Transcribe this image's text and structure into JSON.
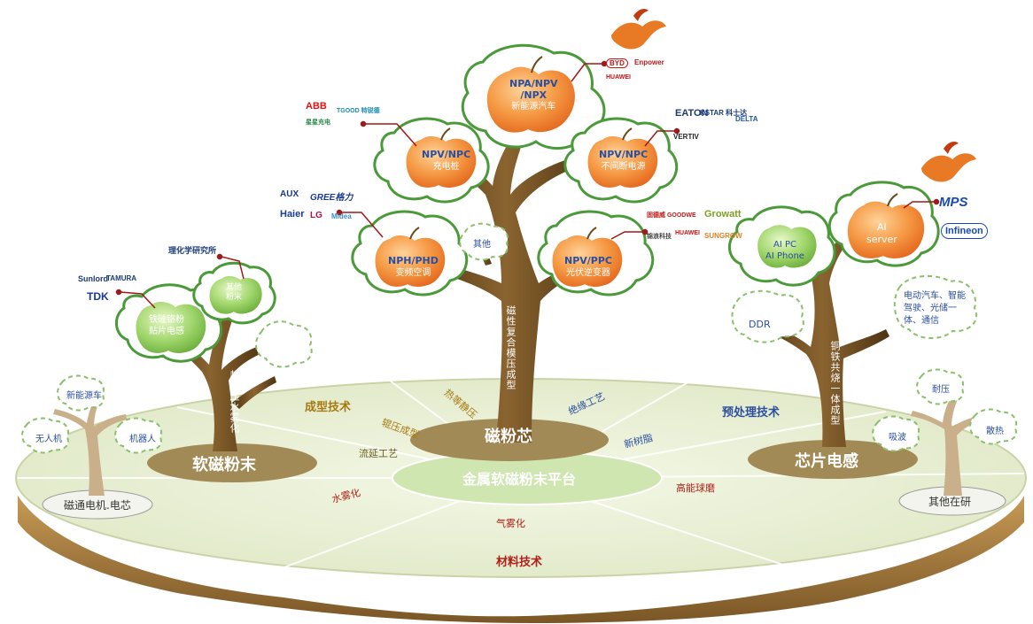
{
  "platform": {
    "title": "金属软磁粉末平台",
    "core": "磁粉芯",
    "left_base": "软磁粉末",
    "right_base": "芯片电感",
    "far_left_base": "磁通电机.电芯",
    "far_right_base": "其他在研"
  },
  "sectors": {
    "forming": "成型技术",
    "pretreat": "预处理技术",
    "material": "材料技术"
  },
  "processes": {
    "hot_press": "热等静压",
    "insulation": "绝缘工艺",
    "cold_press": "辊压成型",
    "new_resin": "新树脂",
    "casting": "流延工艺",
    "water_atom": "水雾化",
    "ball_mill": "高能球磨",
    "gas_atom": "气雾化"
  },
  "trunk_labels": {
    "center": "磁性复合模压成型",
    "left": "超高压水雾化",
    "right": "铜铁共烧一体成型"
  },
  "fruits": {
    "top": {
      "line1": "NPA/NPV",
      "line2": "/NPX",
      "line3": "新能源汽车"
    },
    "ul": {
      "line1": "NPV/NPC",
      "line2": "充电桩"
    },
    "ur": {
      "line1": "NPV/NPC",
      "line2": "不间断电源"
    },
    "ll": {
      "line1": "NPH/PHD",
      "line2": "变频空调"
    },
    "lr": {
      "line1": "NPV/PPC",
      "line2": "光伏逆变器"
    },
    "other": "其他",
    "left1": {
      "line1": "铁硅铬粉",
      "line2": "贴片电感"
    },
    "left2": {
      "line1": "其他",
      "line2": "粉末"
    },
    "ai_pc": {
      "line1": "AI PC",
      "line2": "AI Phone"
    },
    "ai_server": {
      "line1": "AI",
      "line2": "server"
    },
    "ddr": "DDR",
    "auto": "电动汽车、智能驾驶、光储一体、通信"
  },
  "small_trees": {
    "left": {
      "a": "新能源车",
      "b": "无人机",
      "c": "机器人"
    },
    "right": {
      "a": "耐压",
      "b": "吸波",
      "c": "散热"
    }
  },
  "logos": {
    "byd": "BYD",
    "enpower": "Enpower",
    "huawei1": "HUAWEI",
    "eaton": "EATON",
    "kstar": "KSTAR 科士达",
    "delta": "DELTA",
    "vertiv": "VERTIV",
    "abb": "ABB",
    "star": "星星充电",
    "tgood": "TGOOD 特锐德",
    "aux": "AUX",
    "gree": "GREE格力",
    "haier": "Haier",
    "lg": "LG",
    "midea": "Midea",
    "gcc": "固德威 GOODWE",
    "growatt": "Growatt",
    "huawei2": "HUAWEI",
    "sungrow": "SUNGROW",
    "jinlang": "锦浪科技",
    "physics": "理化学研究所",
    "sunlord": "Sunlord",
    "tamura": "TAMURA",
    "tdk": "TDK",
    "mps": "MPS",
    "infineon": "Infineon"
  },
  "colors": {
    "fruit": "#f58a3a",
    "leaf_green": "#8fcc5a",
    "trunk": "#6b4a1c",
    "platform": "#eef3de",
    "core": "#a08a52",
    "ground": "#a07a3a"
  }
}
